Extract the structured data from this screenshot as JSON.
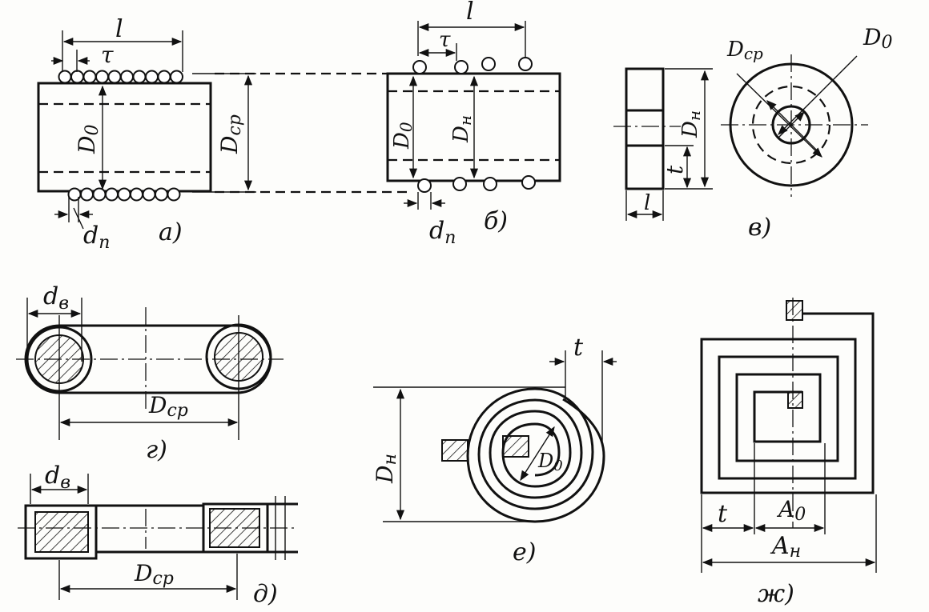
{
  "labels": {
    "l": "l",
    "tau": "τ",
    "d": "d",
    "d_sub_p": "п",
    "d_sub_v": "в",
    "D": "D",
    "sub_0": "0",
    "sub_cp": "cp",
    "sub_n": "н",
    "t": "t",
    "A": "A"
  },
  "captions": {
    "a": "а)",
    "b": "б)",
    "v": "в)",
    "g": "г)",
    "d": "д)",
    "e": "е)",
    "zh": "ж)"
  },
  "colors": {
    "ink": "#111111",
    "paper": "#fdfdfb"
  }
}
